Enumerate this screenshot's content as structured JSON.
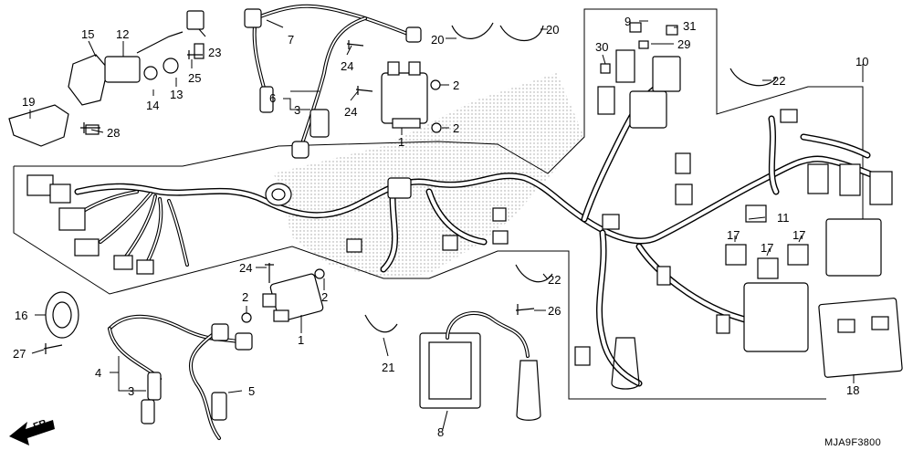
{
  "diagram": {
    "drawing_code": "MJA9F3800",
    "direction_label": "FR.",
    "callouts": [
      {
        "id": "c1a",
        "label": "1"
      },
      {
        "id": "c1b",
        "label": "1"
      },
      {
        "id": "c2a",
        "label": "2"
      },
      {
        "id": "c2b",
        "label": "2"
      },
      {
        "id": "c2c",
        "label": "2"
      },
      {
        "id": "c2d",
        "label": "2"
      },
      {
        "id": "c3a",
        "label": "3"
      },
      {
        "id": "c3b",
        "label": "3"
      },
      {
        "id": "c4",
        "label": "4"
      },
      {
        "id": "c5",
        "label": "5"
      },
      {
        "id": "c6",
        "label": "6"
      },
      {
        "id": "c7",
        "label": "7"
      },
      {
        "id": "c8",
        "label": "8"
      },
      {
        "id": "c9",
        "label": "9"
      },
      {
        "id": "c10",
        "label": "10"
      },
      {
        "id": "c11",
        "label": "11"
      },
      {
        "id": "c12",
        "label": "12"
      },
      {
        "id": "c13",
        "label": "13"
      },
      {
        "id": "c14",
        "label": "14"
      },
      {
        "id": "c15",
        "label": "15"
      },
      {
        "id": "c16",
        "label": "16"
      },
      {
        "id": "c17a",
        "label": "17"
      },
      {
        "id": "c17b",
        "label": "17"
      },
      {
        "id": "c17c",
        "label": "17"
      },
      {
        "id": "c18",
        "label": "18"
      },
      {
        "id": "c19",
        "label": "19"
      },
      {
        "id": "c20a",
        "label": "20"
      },
      {
        "id": "c20b",
        "label": "20"
      },
      {
        "id": "c21",
        "label": "21"
      },
      {
        "id": "c22a",
        "label": "22"
      },
      {
        "id": "c22b",
        "label": "22"
      },
      {
        "id": "c23",
        "label": "23"
      },
      {
        "id": "c24a",
        "label": "24"
      },
      {
        "id": "c24b",
        "label": "24"
      },
      {
        "id": "c24c",
        "label": "24"
      },
      {
        "id": "c25",
        "label": "25"
      },
      {
        "id": "c26",
        "label": "26"
      },
      {
        "id": "c27",
        "label": "27"
      },
      {
        "id": "c28",
        "label": "28"
      },
      {
        "id": "c29",
        "label": "29"
      },
      {
        "id": "c30",
        "label": "30"
      },
      {
        "id": "c31",
        "label": "31"
      }
    ]
  }
}
